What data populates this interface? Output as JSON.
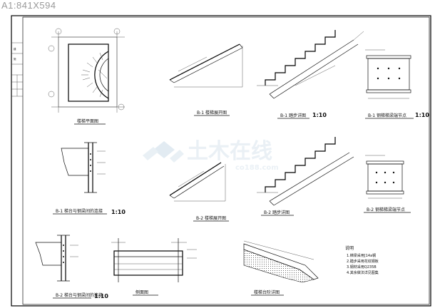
{
  "sheet_size": "A1:841X594",
  "views": {
    "stair_plan": "楼梯平面图",
    "b1_elevation": "B-1 楼梯展开图",
    "b1_section": "B-1 踏步详图",
    "b1_node": "B-1 钢梯梯梁端节点",
    "b1_beam_connection": "B-1 梯台与钢梁间的连接",
    "b2_elevation": "B-2 楼梯展开图",
    "b2_section": "B-2 踏步详图",
    "b2_node": "B-2 钢梯梯梁端节点",
    "b2_beam_connection": "B-2 梯台与钢梁间的连接",
    "side_view": "侧面图",
    "platform_detail": "楼梯台阶详图"
  },
  "scales": {
    "b1_section": "1:10",
    "b1_beam_connection": "1:10",
    "b1_node": "1:10",
    "b2_beam_connection": "1:10"
  },
  "notes": {
    "title": "说明",
    "items": [
      "1.梯梁采用[14a钢",
      "2.踏步采用花纹钢板",
      "3.钢材采用Q235B",
      "4.其余做法详见图集"
    ]
  },
  "watermark": {
    "main": "土木在线",
    "sub": "co188.com"
  },
  "title_block_cells": [
    "建",
    "施",
    "",
    "",
    "",
    "",
    "",
    ""
  ]
}
